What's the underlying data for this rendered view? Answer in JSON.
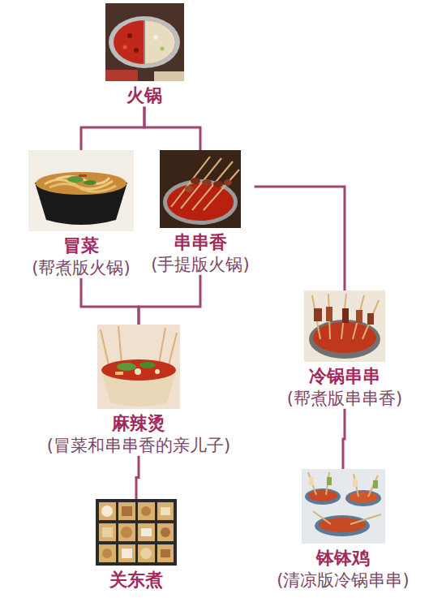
{
  "diagram": {
    "nodes": [
      {
        "text": [
          "火锅"
        ]
      },
      {
        "text": [
          "冒菜",
          "(帮煮版火锅)"
        ]
      },
      {
        "text": [
          "串串香",
          "(手提版火锅)"
        ]
      },
      {
        "text": [
          "冷锅串串",
          "(帮煮版串串香)"
        ]
      },
      {
        "text": [
          "麻辣烫",
          "(冒菜和串串香的亲儿子)"
        ]
      },
      {
        "text": [
          "钵钵鸡",
          "(清凉版冷锅串串)"
        ]
      },
      {
        "text": [
          "关东煮"
        ]
      }
    ],
    "edges": [
      {
        "from": 0,
        "to": 1,
        "arrow": "none"
      },
      {
        "from": 0,
        "to": 2,
        "arrow": "none"
      },
      {
        "from": 1,
        "to": 4,
        "arrow": "none"
      },
      {
        "from": 2,
        "to": 4,
        "arrow": "none"
      },
      {
        "from": 2,
        "to": 3,
        "arrow": "none"
      },
      {
        "from": 3,
        "to": 5,
        "arrow": "none"
      },
      {
        "from": 4,
        "to": 6,
        "arrow": "none"
      }
    ]
  }
}
